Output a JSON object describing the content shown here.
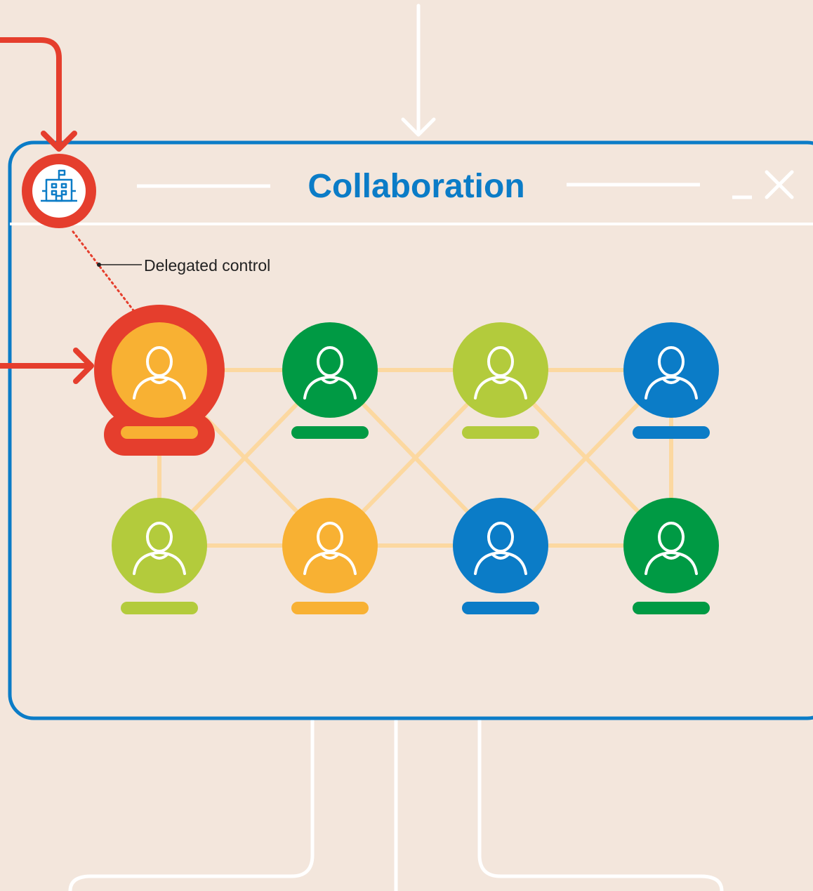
{
  "window": {
    "title": "Collaboration",
    "delegated_label": "Delegated control"
  },
  "icons": {
    "org": "building-icon",
    "minimize": "minimize-icon",
    "close": "close-icon"
  },
  "colors": {
    "background": "#f3e6dc",
    "window_border": "#0b7cc7",
    "title": "#0b7cc7",
    "accent_red": "#e53e2d",
    "link": "#fcd8a0",
    "white": "#ffffff",
    "orange": "#f8b133",
    "green": "#009a44",
    "lime": "#b3cb3c",
    "blue": "#0b7cc7"
  },
  "people": [
    {
      "id": "admin",
      "color": "#f8b133",
      "icon": "person-glasses-icon",
      "highlighted": true
    },
    {
      "id": "p2",
      "color": "#009a44",
      "icon": "person-beard-icon",
      "highlighted": false
    },
    {
      "id": "p3",
      "color": "#b3cb3c",
      "icon": "person-hijab-icon",
      "highlighted": false
    },
    {
      "id": "p4",
      "color": "#0b7cc7",
      "icon": "person-icon",
      "highlighted": false
    },
    {
      "id": "p5",
      "color": "#b3cb3c",
      "icon": "person-round-glasses-icon",
      "highlighted": false
    },
    {
      "id": "p6",
      "color": "#f8b133",
      "icon": "person-graduate-icon",
      "highlighted": false
    },
    {
      "id": "p7",
      "color": "#0b7cc7",
      "icon": "person-ponytail-icon",
      "highlighted": false
    },
    {
      "id": "p8",
      "color": "#009a44",
      "icon": "person-long-hair-icon",
      "highlighted": false
    }
  ]
}
